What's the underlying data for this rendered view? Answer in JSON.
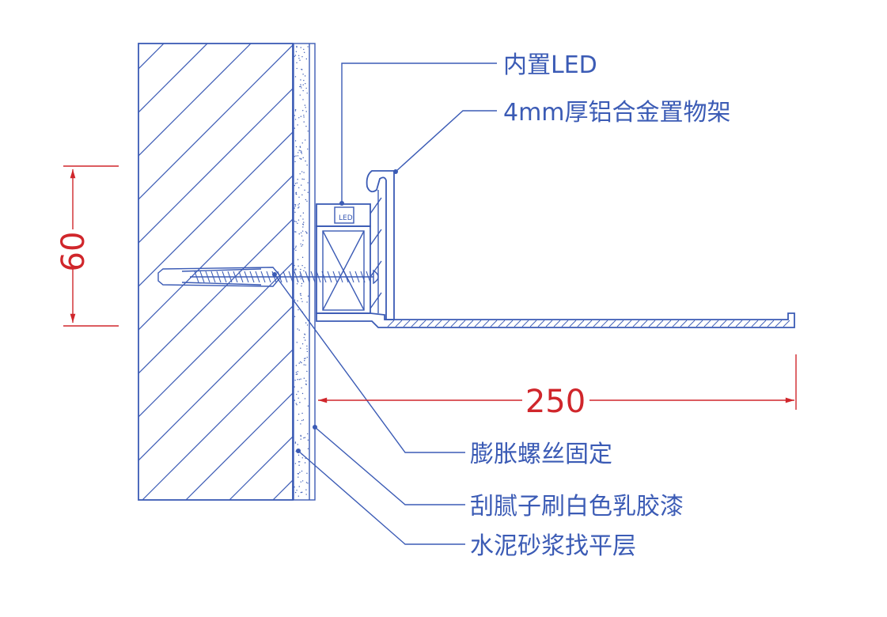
{
  "colors": {
    "line": "#3b5bb5",
    "dimension": "#d0262b",
    "background": "#ffffff"
  },
  "labels": {
    "led": "内置LED",
    "shelf": "4mm厚铝合金置物架",
    "bolt": "膨胀螺丝固定",
    "paint": "刮腻子刷白色乳胶漆",
    "mortar": "水泥砂浆找平层"
  },
  "dimensions": {
    "height": "60",
    "width": "250"
  }
}
